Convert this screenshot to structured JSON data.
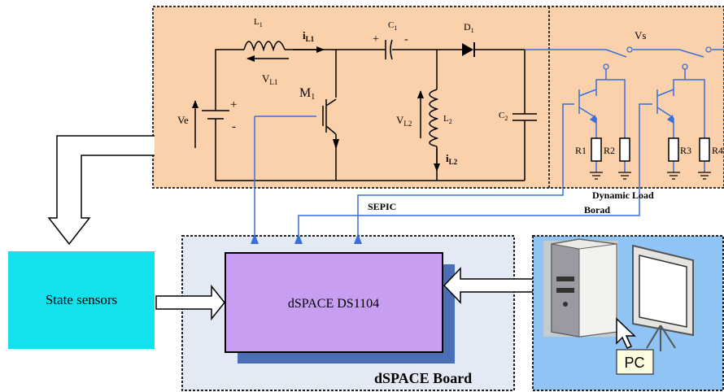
{
  "circuit": {
    "title": "SEPIC",
    "inductor_1": "L",
    "inductor_1_sub": "1",
    "current_1": "i",
    "current_1_sub": "L1",
    "voltage_1": "V",
    "voltage_1_sub": "L1",
    "capacitor_1": "C",
    "capacitor_1_sub": "1",
    "diode": "D",
    "diode_sub": "1",
    "source": "Ve",
    "plus": "+",
    "minus": "-",
    "switch": "M",
    "switch_sub": "1",
    "voltage_2": "V",
    "voltage_2_sub": "L2",
    "inductor_2": "L",
    "inductor_2_sub": "2",
    "current_2": "i",
    "current_2_sub": "L2",
    "capacitor_2": "C",
    "capacitor_2_sub": "2"
  },
  "load_board": {
    "title_line1": "Dynamic Load",
    "title_line2": "Borad",
    "vs": "Vs",
    "resistors": [
      "R1",
      "R2",
      "R3",
      "R4"
    ]
  },
  "sensors": {
    "label": "State sensors"
  },
  "controller": {
    "label": "dSPACE DS1104",
    "board_label": "dSPACE Board"
  },
  "pc": {
    "label": "PC"
  },
  "colors": {
    "circuit_fill": "#fbd1ac",
    "sensor_fill": "#13e1ee",
    "controller_fill": "#c79ef2",
    "controller_shadow": "#4a6fb5",
    "board_fill": "#e3eaf6",
    "pc_fill": "#8fc4f4",
    "signal_line": "#3a6fd8"
  }
}
